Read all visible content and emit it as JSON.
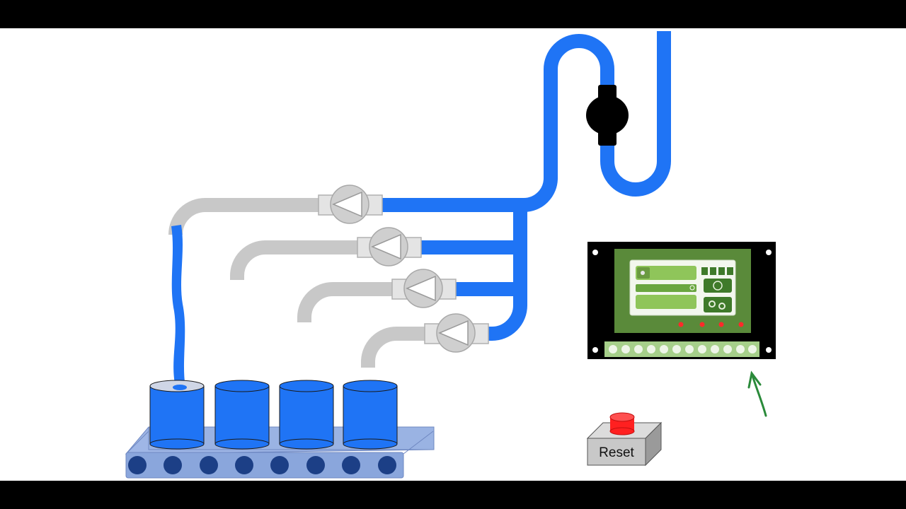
{
  "title": "",
  "colors": {
    "water": "#1f74f5",
    "idle_pipe": "#c8c8c8",
    "valve_body": "#d6d6d6",
    "pump": "#000000",
    "conveyor": "#7f9fd6",
    "controller_frame": "#000000",
    "controller_screen": "#5a8a3a",
    "terminal_strip": "#a6cf8a",
    "status_led": "#ff2a2a",
    "reset_button_cap": "#ff2020",
    "arrow": "#2a8a3a"
  },
  "reset_button": {
    "label": "Reset"
  },
  "controller": {
    "screen_buttons": [
      "home",
      "sound",
      "settings"
    ],
    "led_count": 4,
    "terminal_count": 12
  },
  "valves": [
    {
      "id": "valve-1",
      "state": "open"
    },
    {
      "id": "valve-2",
      "state": "closed"
    },
    {
      "id": "valve-3",
      "state": "closed"
    },
    {
      "id": "valve-4",
      "state": "closed"
    }
  ],
  "containers": {
    "count": 4,
    "filled": 4
  },
  "icons": [
    "pump-icon",
    "valve-icon",
    "gear-icon",
    "speaker-icon",
    "arrow-icon"
  ]
}
